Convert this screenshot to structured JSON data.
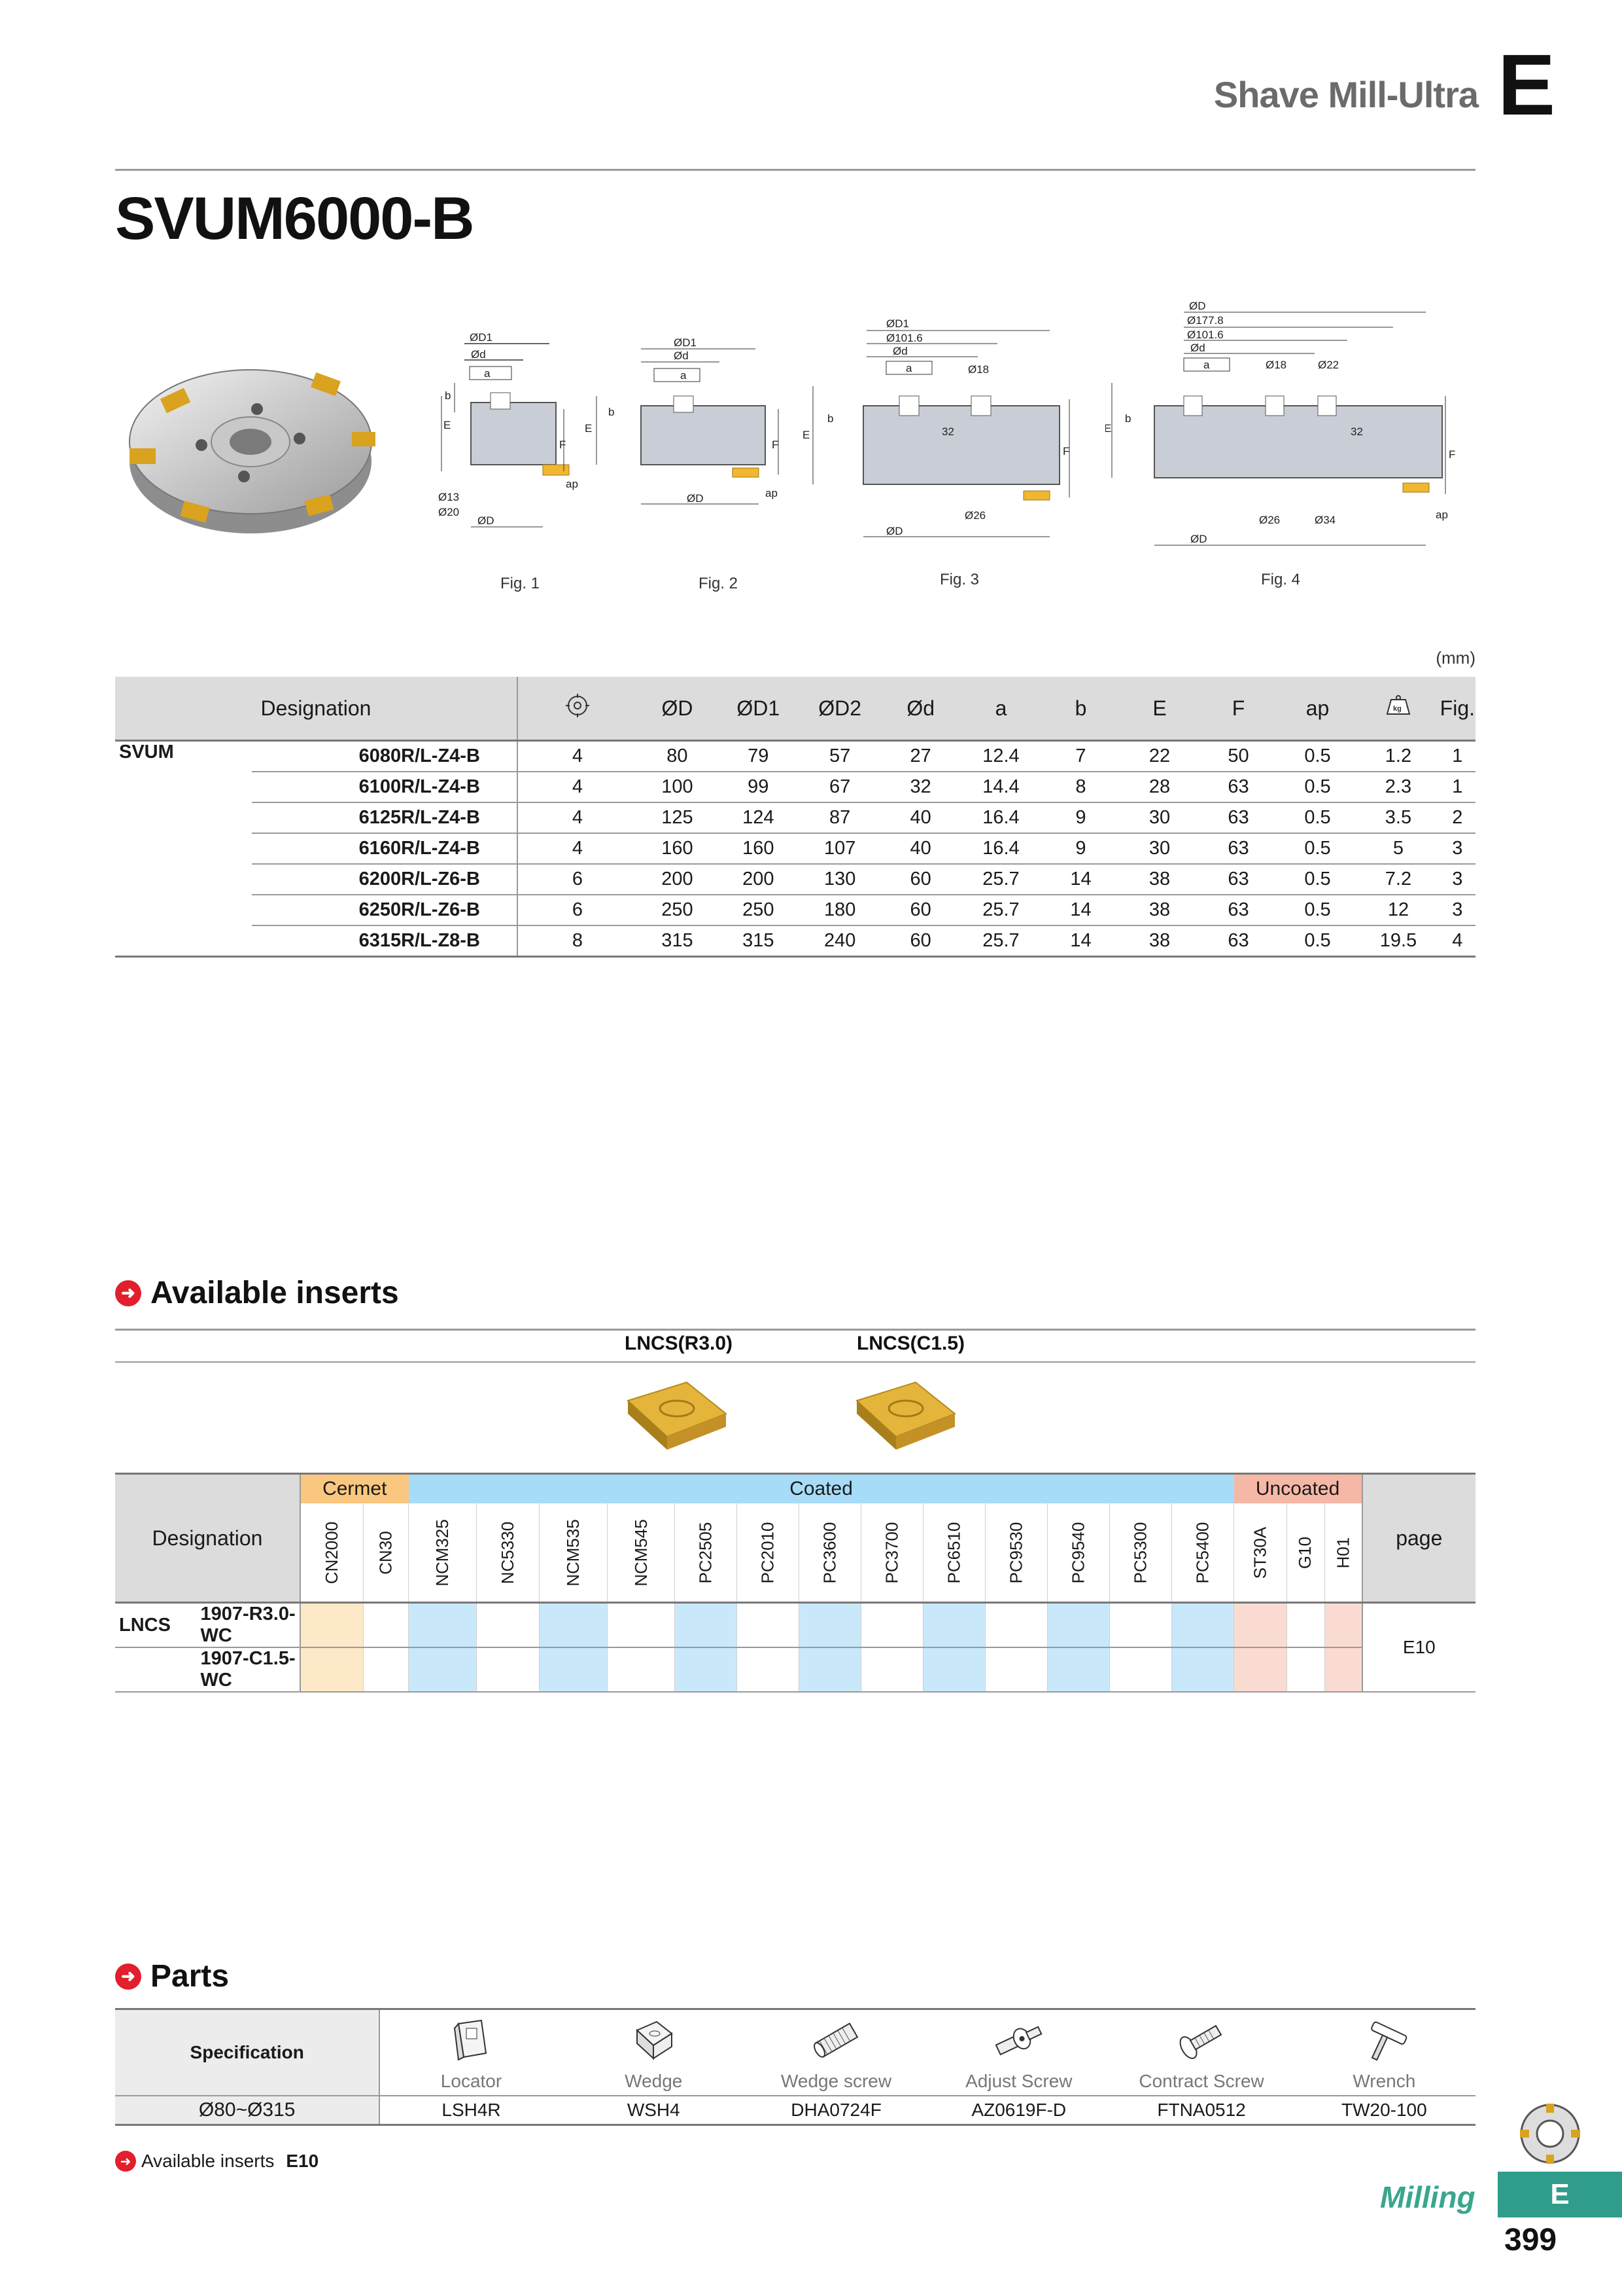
{
  "header": {
    "title": "Shave Mill-Ultra",
    "section_letter": "E"
  },
  "product": {
    "title": "SVUM6000-B"
  },
  "figures": [
    "Fig. 1",
    "Fig. 2",
    "Fig. 3",
    "Fig. 4"
  ],
  "fig_dims": {
    "fig1": [
      "ØD1",
      "Ød",
      "a",
      "b",
      "E",
      "F",
      "ap",
      "Ø13",
      "Ø20",
      "ØD"
    ],
    "fig2": [
      "ØD1",
      "Ød",
      "a",
      "b",
      "E",
      "F",
      "ap",
      "ØD"
    ],
    "fig3": [
      "ØD1",
      "Ø101.6",
      "Ød",
      "a",
      "Ø18",
      "b",
      "E",
      "32",
      "F",
      "Ø26",
      "ØD"
    ],
    "fig4": [
      "ØD",
      "Ø177.8",
      "Ø101.6",
      "Ød",
      "a",
      "Ø18",
      "Ø22",
      "b",
      "E",
      "32",
      "F",
      "ap",
      "Ø26",
      "Ø34",
      "ØD"
    ]
  },
  "units": "(mm)",
  "spec_table": {
    "headers": [
      "Designation",
      "",
      "ØD",
      "ØD1",
      "ØD2",
      "Ød",
      "a",
      "b",
      "E",
      "F",
      "ap",
      "kg",
      "Fig."
    ],
    "group": "SVUM",
    "rows": [
      [
        "6080R/L-Z4-B",
        "4",
        "80",
        "79",
        "57",
        "27",
        "12.4",
        "7",
        "22",
        "50",
        "0.5",
        "1.2",
        "1"
      ],
      [
        "6100R/L-Z4-B",
        "4",
        "100",
        "99",
        "67",
        "32",
        "14.4",
        "8",
        "28",
        "63",
        "0.5",
        "2.3",
        "1"
      ],
      [
        "6125R/L-Z4-B",
        "4",
        "125",
        "124",
        "87",
        "40",
        "16.4",
        "9",
        "30",
        "63",
        "0.5",
        "3.5",
        "2"
      ],
      [
        "6160R/L-Z4-B",
        "4",
        "160",
        "160",
        "107",
        "40",
        "16.4",
        "9",
        "30",
        "63",
        "0.5",
        "5",
        "3"
      ],
      [
        "6200R/L-Z6-B",
        "6",
        "200",
        "200",
        "130",
        "60",
        "25.7",
        "14",
        "38",
        "63",
        "0.5",
        "7.2",
        "3"
      ],
      [
        "6250R/L-Z6-B",
        "6",
        "250",
        "250",
        "180",
        "60",
        "25.7",
        "14",
        "38",
        "63",
        "0.5",
        "12",
        "3"
      ],
      [
        "6315R/L-Z8-B",
        "8",
        "315",
        "315",
        "240",
        "60",
        "25.7",
        "14",
        "38",
        "63",
        "0.5",
        "19.5",
        "4"
      ]
    ]
  },
  "inserts": {
    "heading": "Available inserts",
    "names": [
      "LNCS(R3.0)",
      "LNCS(C1.5)"
    ],
    "designation_label": "Designation",
    "page_label": "page",
    "categories": {
      "cermet": "Cermet",
      "coated": "Coated",
      "uncoated": "Uncoated"
    },
    "cermet_grades": [
      "CN2000",
      "CN30"
    ],
    "coated_grades": [
      "NCM325",
      "NC5330",
      "NCM535",
      "NCM545",
      "PC2505",
      "PC2010",
      "PC3600",
      "PC3700",
      "PC6510",
      "PC9530",
      "PC9540",
      "PC5300",
      "PC5400"
    ],
    "uncoated_grades": [
      "ST30A",
      "G10",
      "H01"
    ],
    "group": "LNCS",
    "rows": [
      "1907-R3.0-WC",
      "1907-C1.5-WC"
    ],
    "page": "E10",
    "colors": {
      "cermet": "#fde9c8",
      "coated": "#c9e9fb",
      "uncoated": "#fadbd2"
    }
  },
  "parts": {
    "heading": "Parts",
    "spec_label": "Specification",
    "items": [
      "Locator",
      "Wedge",
      "Wedge screw",
      "Adjust Screw",
      "Contract Screw",
      "Wrench"
    ],
    "icons": [
      "locator-icon",
      "wedge-icon",
      "wedge-screw-icon",
      "adjust-screw-icon",
      "contract-screw-icon",
      "wrench-icon"
    ],
    "row_spec": "Ø80~Ø315",
    "values": [
      "LSH4R",
      "WSH4",
      "DHA0724F",
      "AZ0619F-D",
      "FTNA0512",
      "TW20-100"
    ],
    "footnote_label": "Available inserts",
    "footnote_page": "E10"
  },
  "footer": {
    "section": "Milling",
    "letter": "E",
    "page_number": "399"
  }
}
